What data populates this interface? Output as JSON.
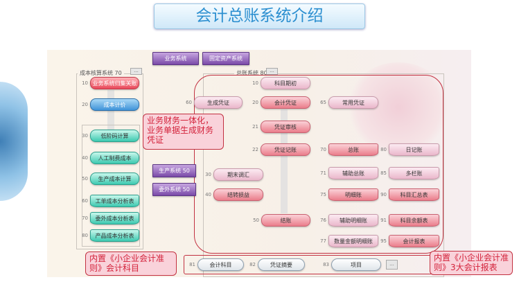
{
  "title": "会计总账系统介绍",
  "top_systems": [
    "业务系统",
    "固定资产系统"
  ],
  "side_systems": [
    "生产系统 50",
    "委外系统 50"
  ],
  "cost_system": {
    "label": "成本核算系统 70",
    "more": "...",
    "items": [
      {
        "num": "10",
        "label": "业务系统归集关账"
      },
      {
        "num": "20",
        "label": "成本计价"
      },
      {
        "num": "30",
        "label": "低阶码计算"
      },
      {
        "num": "40",
        "label": "人工制费成本"
      },
      {
        "num": "50",
        "label": "生产成本计算"
      },
      {
        "num": "60",
        "label": "工单成本分析表"
      },
      {
        "num": "70",
        "label": "委外成本分析表"
      },
      {
        "num": "80",
        "label": "产品成本分析表"
      }
    ]
  },
  "gl_system": {
    "label": "总账系统 80",
    "more": "...",
    "items": [
      {
        "num": "10",
        "label": "科目期初"
      },
      {
        "num": "60",
        "label": "生成凭证"
      },
      {
        "num": "20",
        "label": "会计凭证"
      },
      {
        "num": "65",
        "label": "常用凭证"
      },
      {
        "num": "21",
        "label": "凭证审核"
      },
      {
        "num": "22",
        "label": "凭证记账"
      },
      {
        "num": "70",
        "label": "总账"
      },
      {
        "num": "80",
        "label": "日记账"
      },
      {
        "num": "30",
        "label": "期末调汇"
      },
      {
        "num": "71",
        "label": "辅助总账"
      },
      {
        "num": "85",
        "label": "多栏账"
      },
      {
        "num": "40",
        "label": "结转损益"
      },
      {
        "num": "75",
        "label": "明细账"
      },
      {
        "num": "90",
        "label": "科目汇总表"
      },
      {
        "num": "50",
        "label": "结账"
      },
      {
        "num": "76",
        "label": "辅助明细账"
      },
      {
        "num": "91",
        "label": "科目余额表"
      },
      {
        "num": "77",
        "label": "数量金额明细账"
      },
      {
        "num": "95",
        "label": "会计报表"
      }
    ]
  },
  "base_data": {
    "more": "...",
    "items": [
      {
        "num": "81",
        "label": "会计科目"
      },
      {
        "num": "82",
        "label": "凭证摘要"
      },
      {
        "num": "83",
        "label": "项目"
      }
    ]
  },
  "callouts": {
    "integration": "业务财务一体化，业务单据生成财务凭证",
    "accounts": "内置《小企业会计准则》会计科目",
    "reports": "内置《小企业会计准则》3大会计报表"
  }
}
